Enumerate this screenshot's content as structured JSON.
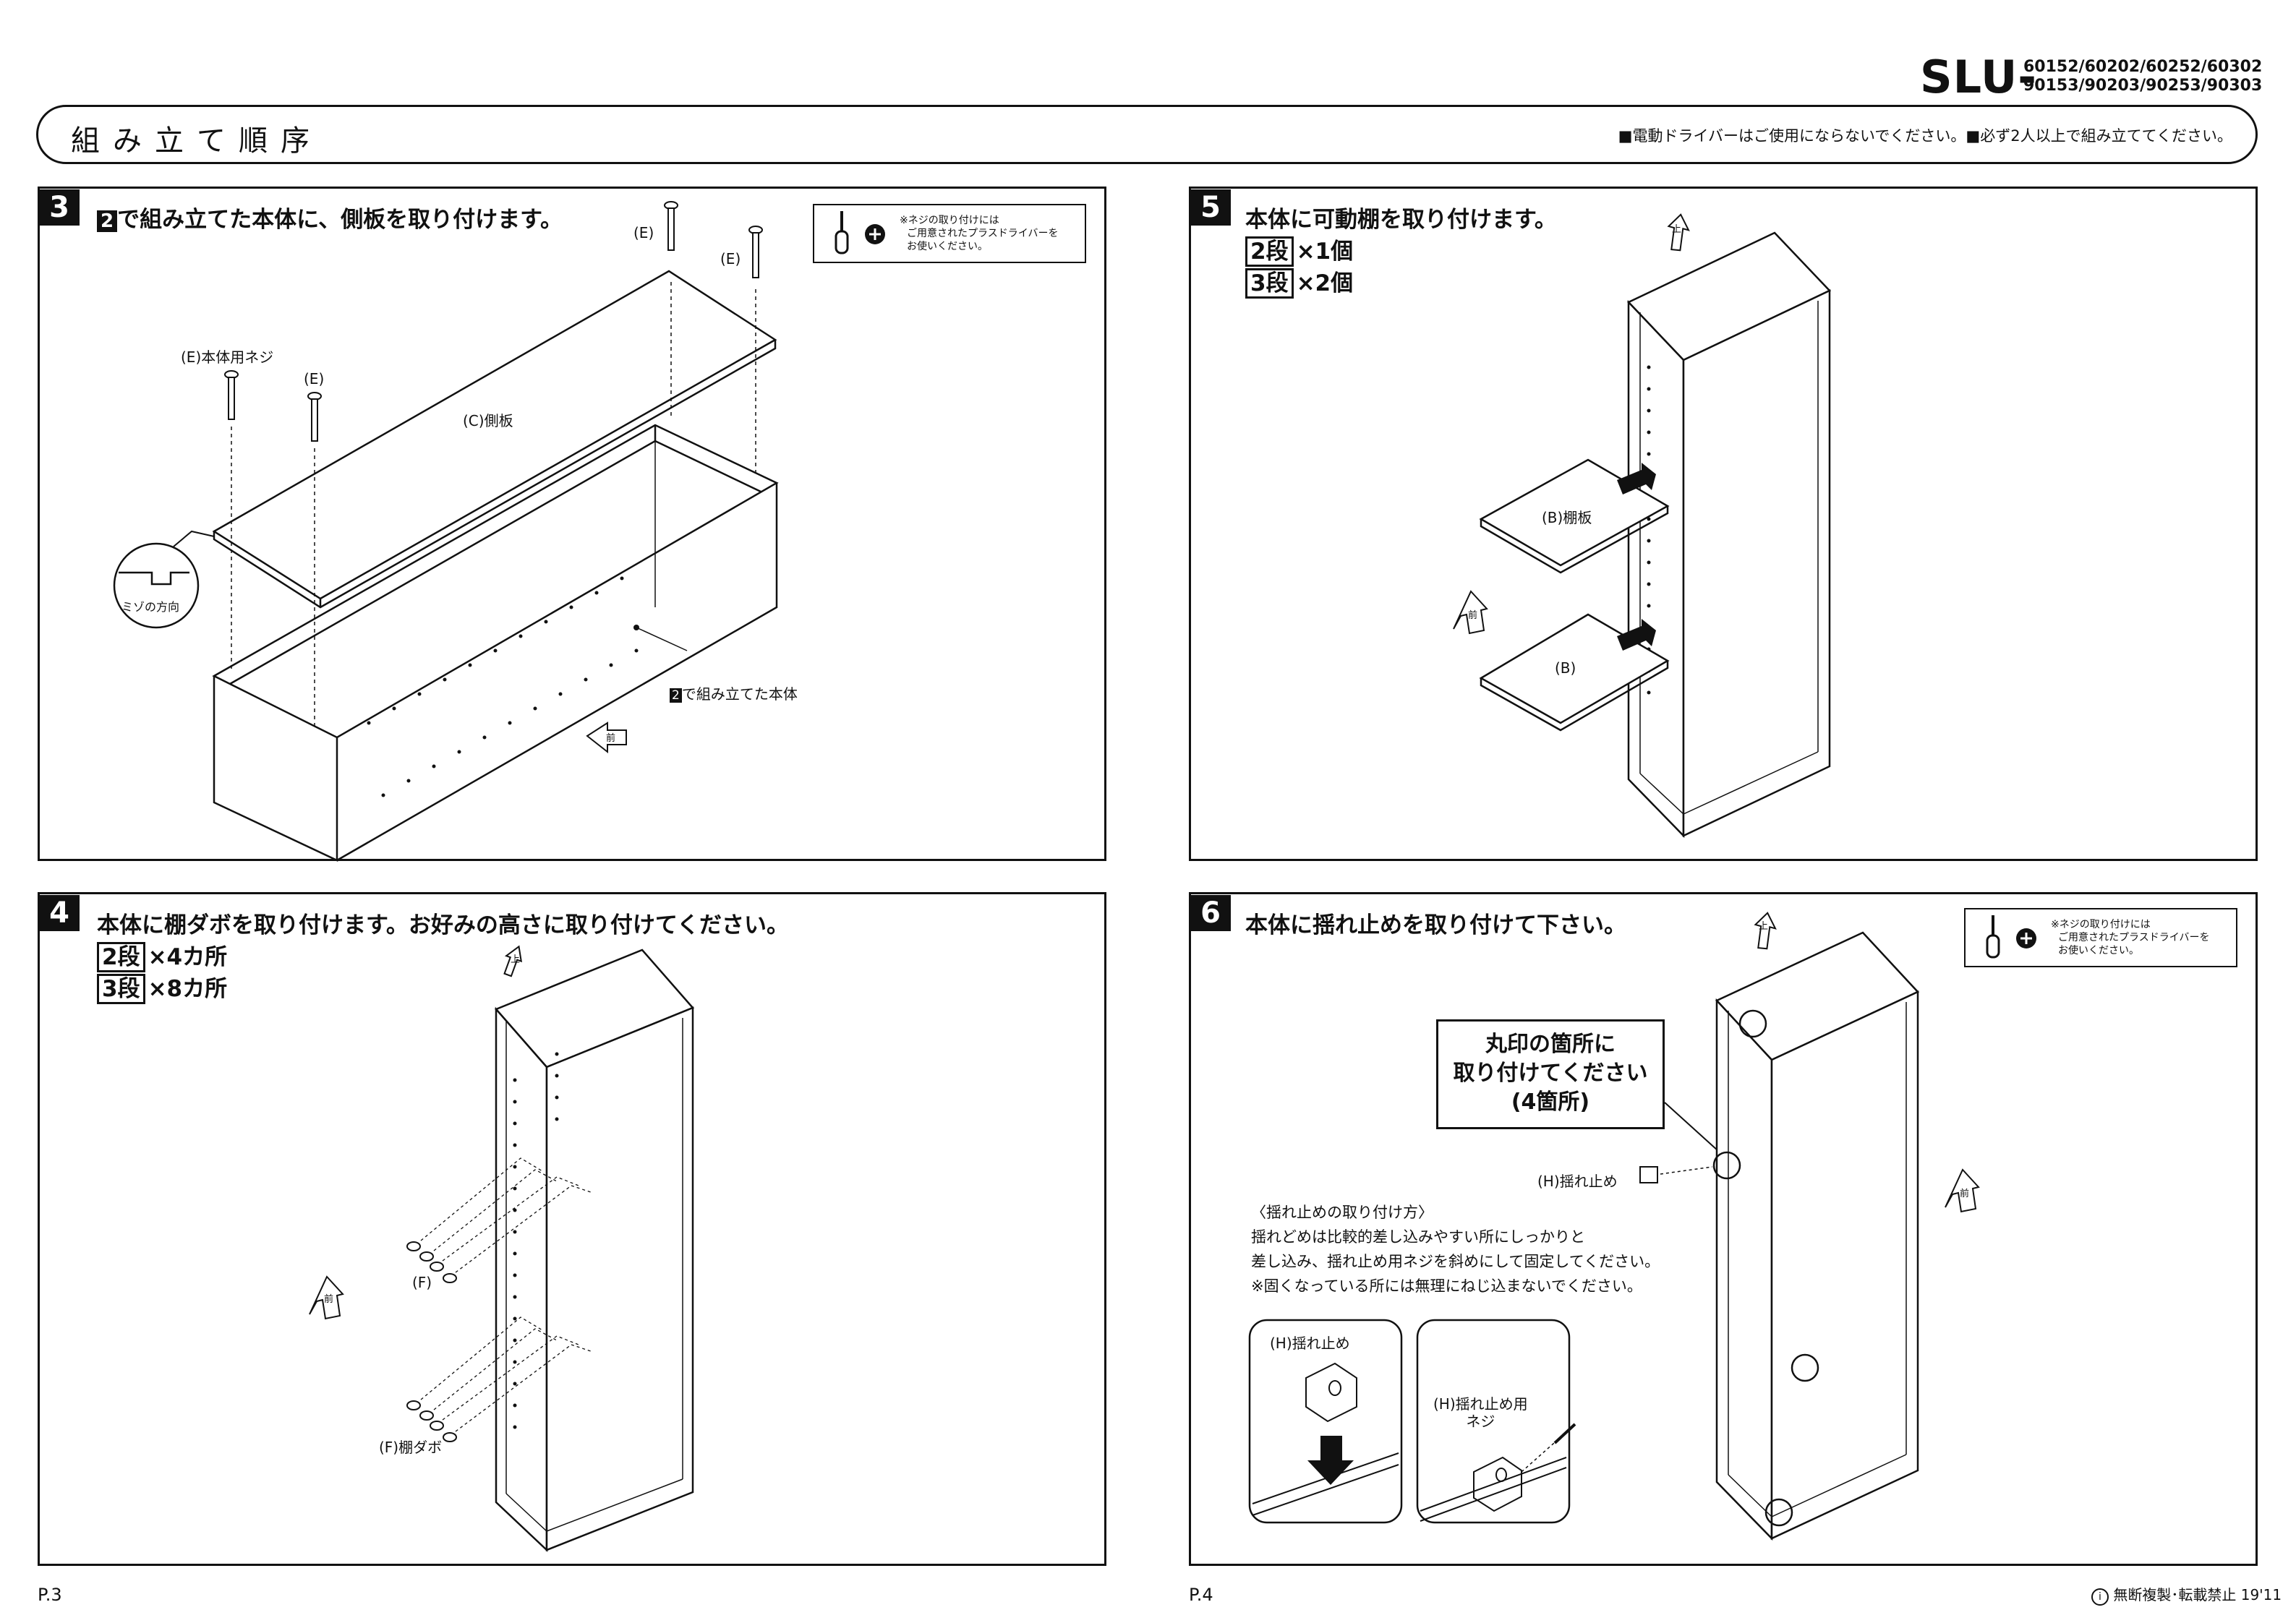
{
  "header": {
    "title": "組み立て順序",
    "model_prefix": "SLU-",
    "model_codes_line1": "60152/60202/60252/60302",
    "model_codes_line2": "90153/90203/90253/90303",
    "notes": "■電動ドライバーはご使用にならないでください。■必ず2人以上で組み立ててください。"
  },
  "screw_note": {
    "line1": "※ネジの取り付けには",
    "line2": "ご用意されたプラスドライバーを",
    "line3": "お使いください。"
  },
  "step3": {
    "number": "3",
    "ref_num": "2",
    "title": "で組み立てた本体に、側板を取り付けます。",
    "label_screw_main": "(E)本体用ネジ",
    "label_e1": "(E)",
    "label_e2": "(E)",
    "label_e3": "(E)",
    "label_side_panel": "(C)側板",
    "label_groove": "ミゾの方向",
    "label_body": "で組み立てた本体",
    "front_mark": "前"
  },
  "step4": {
    "number": "4",
    "title": "本体に棚ダボを取り付けます。お好みの高さに取り付けてください。",
    "qty1_box": "2段",
    "qty1_text": "×4カ所",
    "qty2_box": "3段",
    "qty2_text": "×8カ所",
    "label_f": "(F)",
    "label_dowel": "(F)棚ダボ",
    "front_mark": "前",
    "top_mark": "上"
  },
  "step5": {
    "number": "5",
    "title": "本体に可動棚を取り付けます。",
    "qty1_box": "2段",
    "qty1_text": "×1個",
    "qty2_box": "3段",
    "qty2_text": "×2個",
    "label_shelf": "(B)棚板",
    "label_shelf2": "(B)",
    "front_mark": "前",
    "top_mark": "上"
  },
  "step6": {
    "number": "6",
    "title": "本体に揺れ止めを取り付けて下さい。",
    "callout_line1": "丸印の箇所に",
    "callout_line2": "取り付けてください",
    "callout_line3": "(4箇所)",
    "label_stopper": "(H)揺れ止め",
    "howto_title": "〈揺れ止めの取り付け方〉",
    "howto_line1": "揺れどめは比較的差し込みやすい所にしっかりと",
    "howto_line2": "差し込み、揺れ止め用ネジを斜めにして固定してください。",
    "howto_line3": "※固くなっている所には無理にねじ込まないでください。",
    "detail1_label": "(H)揺れ止め",
    "detail2_label1": "(H)揺れ止め用",
    "detail2_label2": "ネジ",
    "front_mark": "前",
    "top_mark": "上"
  },
  "footer": {
    "page_left": "P.3",
    "page_right": "P.4",
    "copyright": "無断複製･転載禁止 19'11"
  }
}
